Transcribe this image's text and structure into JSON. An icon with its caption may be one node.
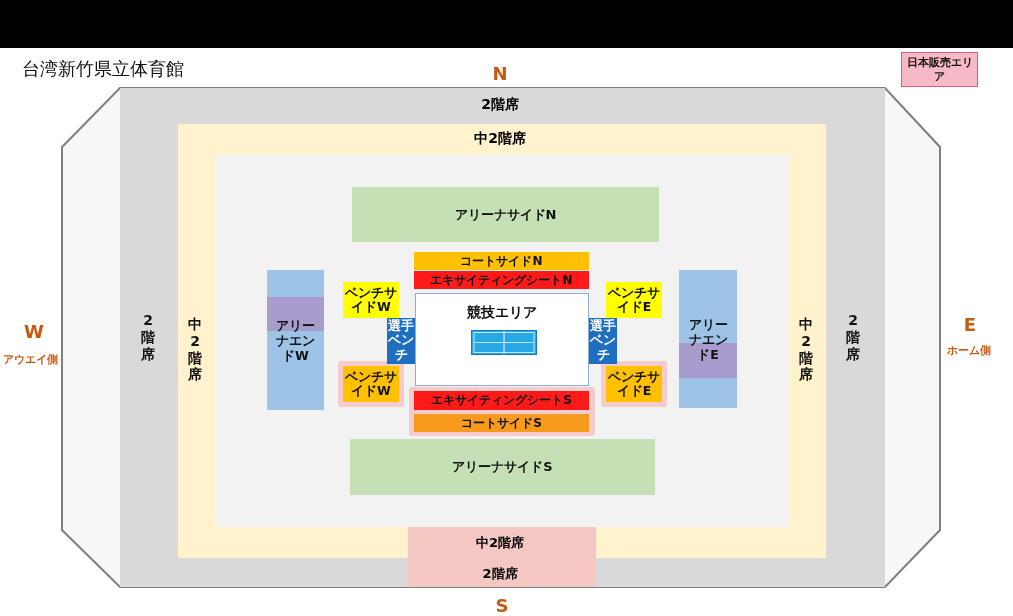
{
  "diagram": {
    "title": "台湾新竹県立体育館",
    "nodes": [
      {
        "text": [
          "日本販売エリア"
        ]
      },
      {
        "text": [
          "2階席",
          "2階席",
          "2階席"
        ]
      },
      {
        "text": [
          "中2階席",
          "中2階席",
          "中2階席"
        ],
        "in": 1
      },
      {
        "text": [],
        "shape": "box",
        "in": 2
      },
      {
        "text": [
          "アリーナサイドN"
        ],
        "in": 3
      },
      {
        "text": [
          "コートサイドN"
        ],
        "in": 3
      },
      {
        "text": [
          "エキサイティングシートN"
        ],
        "in": 3
      },
      {
        "text": [
          "ベンチサイドW"
        ],
        "in": 3
      },
      {
        "text": [
          "ベンチサイドE"
        ],
        "in": 3
      },
      {
        "text": [
          "アリーナエンドW"
        ],
        "in": 3
      },
      {
        "text": [
          "選手ベンチ"
        ],
        "in": 3
      },
      {
        "text": [
          "競技エリア"
        ],
        "in": 3
      },
      {
        "text": [
          "選手ベンチ"
        ],
        "in": 3
      },
      {
        "text": [
          "アリーナエンドE"
        ],
        "in": 3
      },
      {
        "text": [
          "ベンチサイドW"
        ],
        "in": 3
      },
      {
        "text": [
          "ベンチサイドE"
        ],
        "in": 3
      },
      {
        "text": [
          "エキサイティングシートS"
        ],
        "in": 3
      },
      {
        "text": [
          "コートサイドS"
        ],
        "in": 3
      },
      {
        "text": [
          "アリーナサイドS"
        ],
        "in": 3
      },
      {
        "text": [
          "中2階席",
          "2階席"
        ],
        "in": 1
      }
    ],
    "labels": [
      "N",
      "W",
      "アウエイ側",
      "E",
      "ホーム側",
      "S"
    ]
  }
}
